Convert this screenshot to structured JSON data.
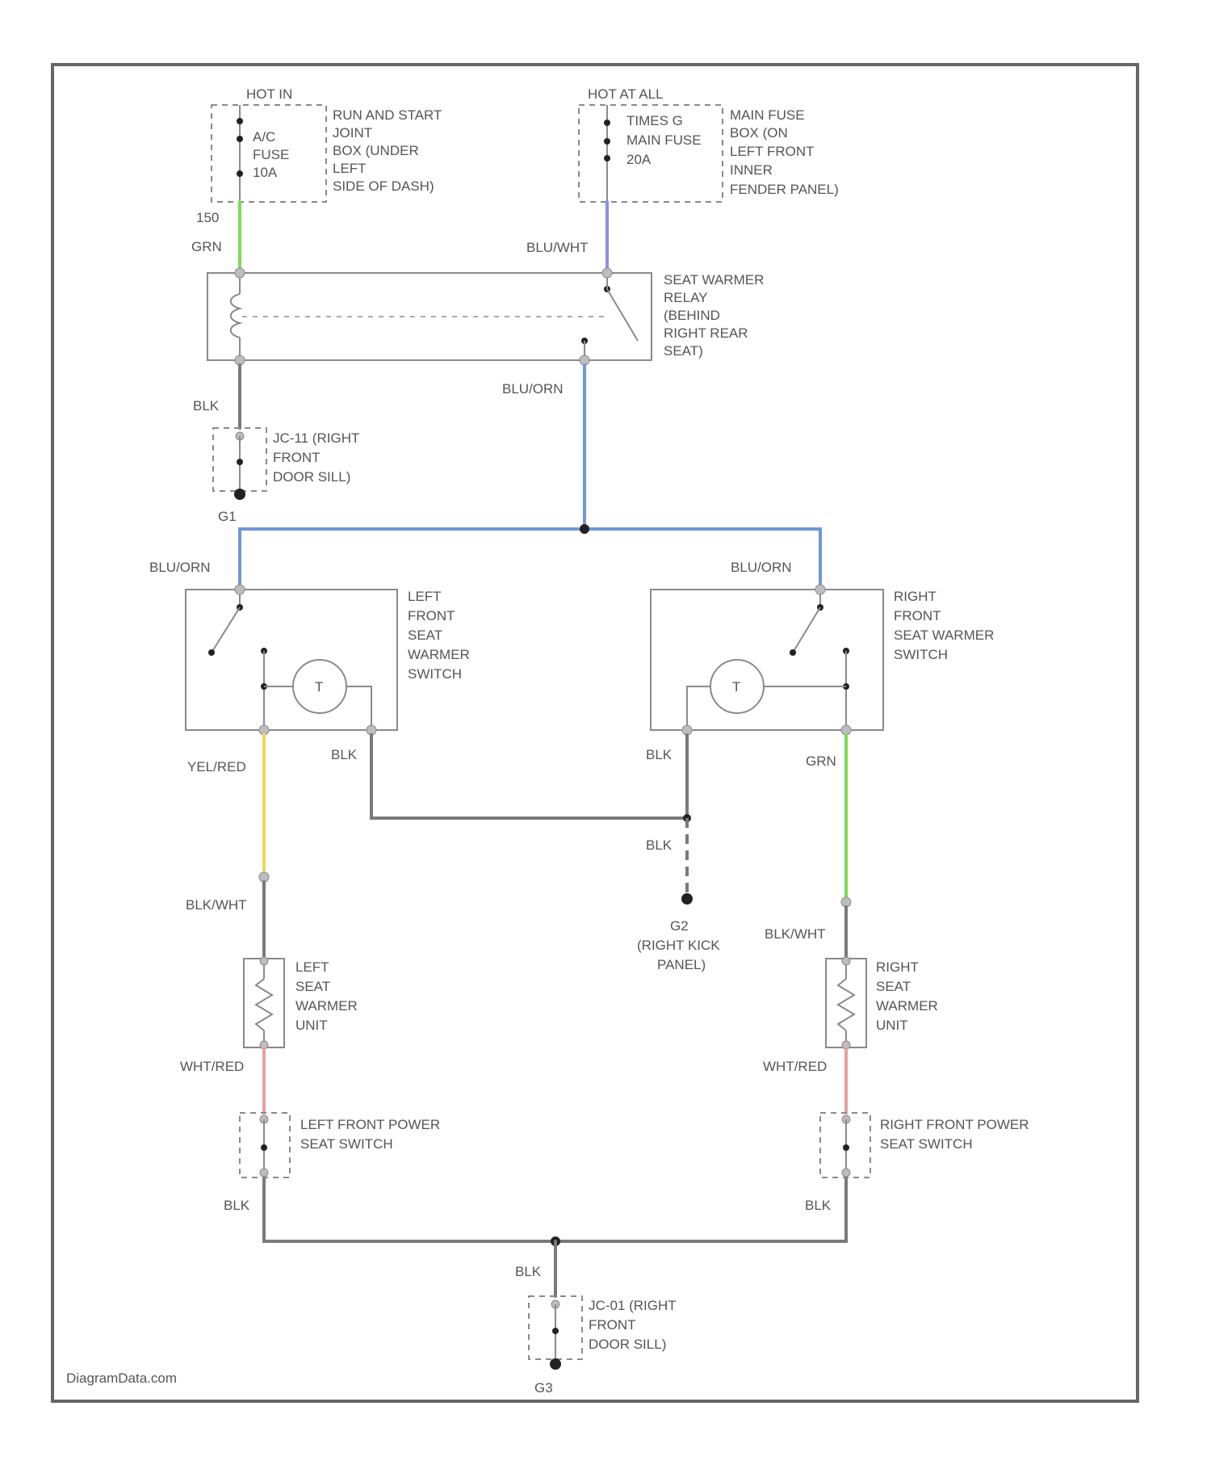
{
  "fuse_left": {
    "title": "HOT IN",
    "fuse_lines": [
      "A/C",
      "FUSE",
      "10A"
    ],
    "location_lines": [
      "RUN AND START",
      "JOINT",
      "BOX (UNDER",
      "LEFT",
      "SIDE OF DASH)"
    ],
    "circuit": "150",
    "wire": "GRN"
  },
  "fuse_right": {
    "title": "HOT AT ALL",
    "fuse_lines": [
      "TIMES G",
      "MAIN FUSE",
      "20A"
    ],
    "location_lines": [
      "MAIN FUSE",
      "BOX (ON",
      "LEFT FRONT",
      "INNER",
      "FENDER PANEL)"
    ],
    "wire": "BLU/WHT"
  },
  "relay": {
    "label_lines": [
      "SEAT WARMER",
      "RELAY",
      "(BEHIND",
      "RIGHT REAR",
      "SEAT)"
    ],
    "ground_wire": "BLK",
    "output_wire": "BLU/ORN"
  },
  "ground_g1": {
    "connector_lines": [
      "JC-11 (RIGHT",
      "FRONT",
      "DOOR SILL)"
    ],
    "id": "G1"
  },
  "left_switch": {
    "label_lines": [
      "LEFT",
      "FRONT",
      "SEAT",
      "WARMER",
      "SWITCH"
    ],
    "input_wire": "BLU/ORN",
    "output_wire": "YEL/RED",
    "ground_wire": "BLK",
    "lamp_symbol": "T"
  },
  "right_switch": {
    "label_lines": [
      "RIGHT",
      "FRONT",
      "SEAT WARMER",
      "SWITCH"
    ],
    "input_wire": "BLU/ORN",
    "output_wire": "GRN",
    "ground_wire": "BLK",
    "lamp_symbol": "T"
  },
  "ground_g2": {
    "wire": "BLK",
    "label_lines": [
      "G2",
      "(RIGHT KICK",
      "PANEL)"
    ]
  },
  "left_unit": {
    "label_lines": [
      "LEFT",
      "SEAT",
      "WARMER",
      "UNIT"
    ],
    "in_wire": "BLK/WHT",
    "out_wire": "WHT/RED"
  },
  "right_unit": {
    "label_lines": [
      "RIGHT",
      "SEAT",
      "WARMER",
      "UNIT"
    ],
    "in_wire": "BLK/WHT",
    "out_wire": "WHT/RED"
  },
  "left_power_switch": {
    "label_lines": [
      "LEFT FRONT POWER",
      "SEAT SWITCH"
    ],
    "wire": "BLK"
  },
  "right_power_switch": {
    "label_lines": [
      "RIGHT FRONT POWER",
      "SEAT SWITCH"
    ],
    "wire": "BLK"
  },
  "ground_g3": {
    "wire": "BLK",
    "connector_lines": [
      "JC-01 (RIGHT",
      "FRONT",
      "DOOR SILL)"
    ],
    "id": "G3"
  },
  "watermark": "DiagramData.com",
  "colors": {
    "wire_green": "#7ed957",
    "wire_blue": "#6f98d6",
    "wire_violet": "#8f8fe0",
    "wire_yellow": "#f1d95a",
    "wire_pink": "#e6a0a0",
    "wire_grey": "#7a7a7a",
    "frame": "#666666"
  }
}
